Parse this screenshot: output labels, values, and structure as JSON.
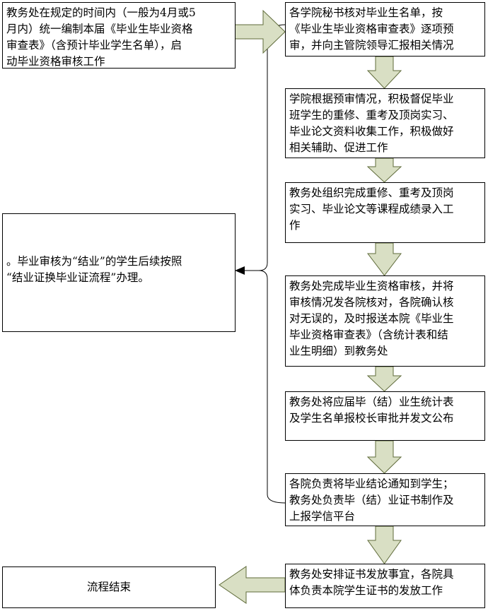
{
  "colors": {
    "arrow_fill": "#d9dfc4",
    "arrow_stroke": "#5f6b3a",
    "line": "#000000"
  },
  "boxes": {
    "start": "教务处在规定的时间内（一般为4月或5\n月内）统一编制本届《毕业生毕业资格\n审查表》（含预计毕业学生名单），启\n动毕业资格审核工作",
    "step1": "各学院秘书核对毕业生名单，按\n《毕业生毕业资格审查表》逐项预\n审，并向主管院领导汇报相关情况",
    "step2": "学院根据预审情况，积极督促毕业\n班学生的重修、重考及顶岗实习、\n毕业论文资料收集工作，积极做好\n相关辅助、促进工作",
    "step3": "教务处组织完成重修、重考及顶岗\n实习、毕业论文等课程成绩录入工\n作",
    "step4": "教务处完成毕业生资格审核，并将\n审核情况发各院核对，各院确认核\n对无误的，及时报送本院《毕业生\n毕业资格审查表》（含统计表和结\n业生明细）到教务处",
    "step5": "教务处将应届毕（结）业生统计表\n及学生名单报校长审批并发文公布",
    "step6": "各院负责将毕业结论通知到学生；\n教务处负责毕（结）业证书制作及\n上报学信平台",
    "step7": "教务处安排证书发放事宜，各院具\n体负责本院学生证书的发放工作",
    "side_note": "。毕业审核为“结业”的学生后续按照\n“结业证换毕业证流程”办理。",
    "end": "流程结束"
  }
}
